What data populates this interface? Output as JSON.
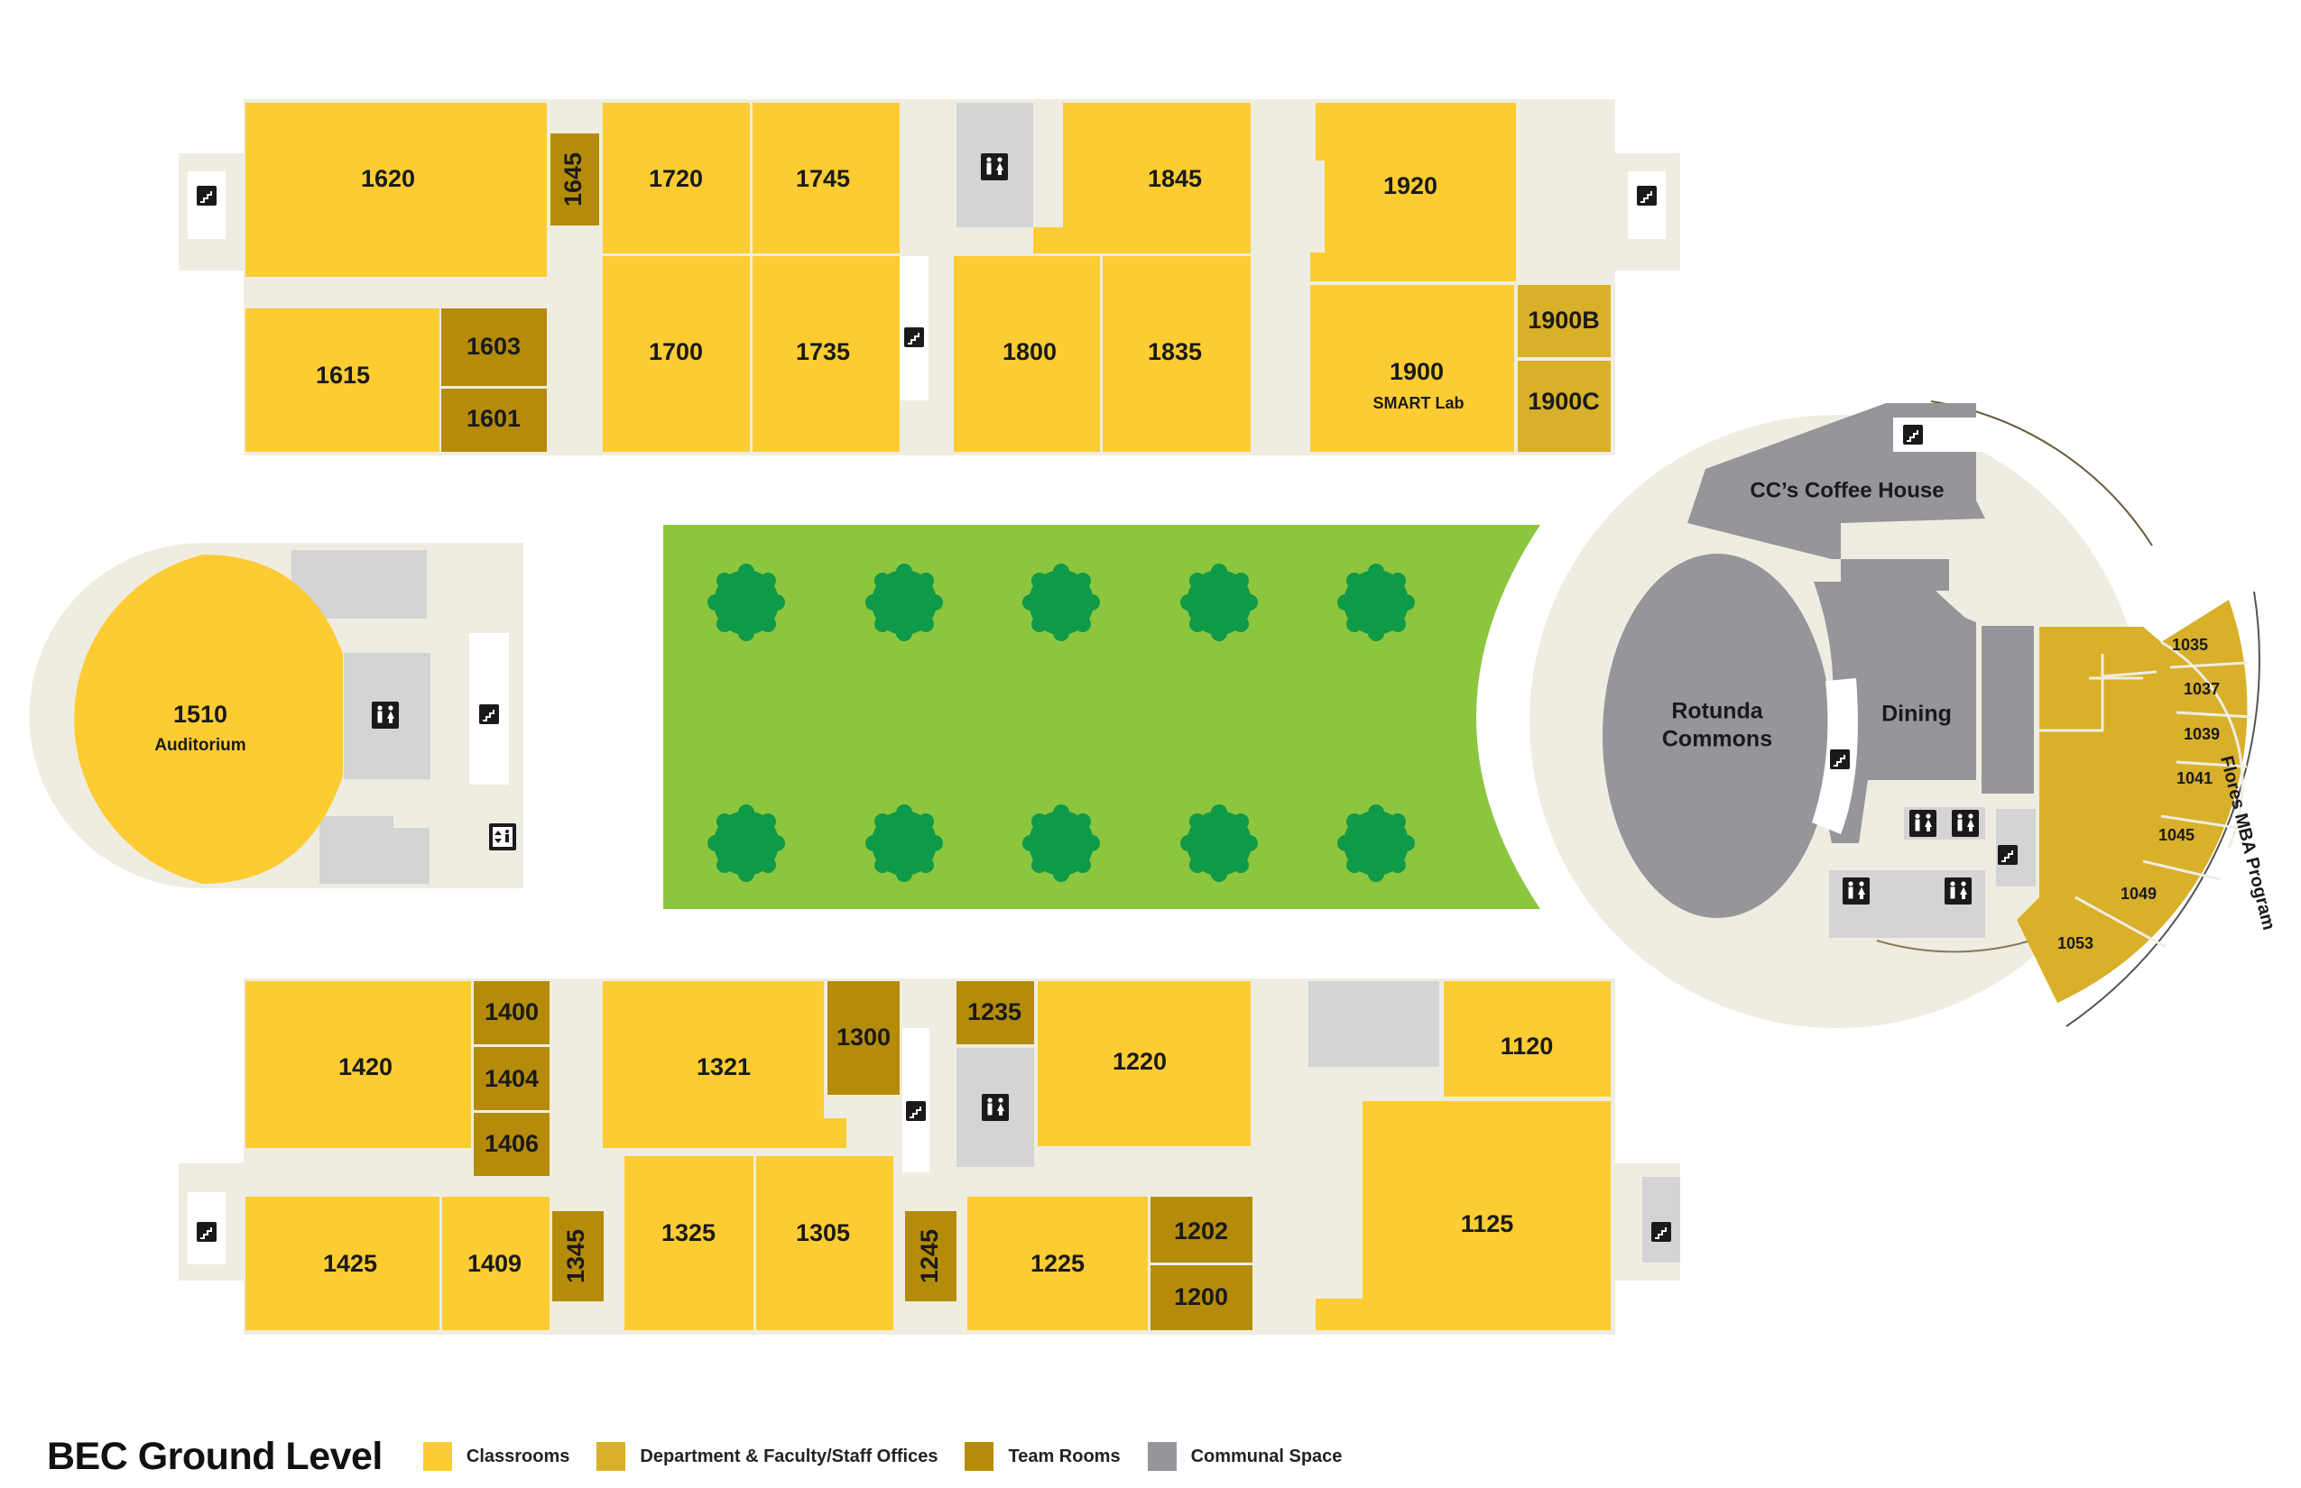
{
  "colors": {
    "classroom": "#FDCC33",
    "office": "#D8B02A",
    "team": "#B58C0A",
    "communal": "#94969A",
    "corridor": "#EFEDE1",
    "lawn": "#8CC63F",
    "tree": "#0E9A48",
    "light_gray": "#D3D4D6"
  },
  "icons": {
    "stairs": "stairs-icon",
    "restroom": "restroom-icon",
    "elevator": "elevator-icon"
  },
  "map": {
    "top_wing": {
      "r1620": "1620",
      "r1645": "1645",
      "r1720": "1720",
      "r1745": "1745",
      "r1845": "1845",
      "r1920": "1920",
      "r1615": "1615",
      "r1603": "1603",
      "r1601": "1601",
      "r1700": "1700",
      "r1735": "1735",
      "r1800": "1800",
      "r1835": "1835",
      "r1900": "1900",
      "r1900_sub": "SMART Lab",
      "r1900b": "1900B",
      "r1900c": "1900C"
    },
    "auditorium": {
      "number": "1510",
      "name": "Auditorium"
    },
    "bottom_wing": {
      "r1420": "1420",
      "r1400": "1400",
      "r1404": "1404",
      "r1406": "1406",
      "r1321": "1321",
      "r1300": "1300",
      "r1235": "1235",
      "r1220": "1220",
      "r1120": "1120",
      "r1425": "1425",
      "r1409": "1409",
      "r1345": "1345",
      "r1325": "1325",
      "r1305": "1305",
      "r1245": "1245",
      "r1225": "1225",
      "r1202": "1202",
      "r1200": "1200",
      "r1125": "1125"
    },
    "rotunda": {
      "coffee": "CC’s Coffee House",
      "commons_line1": "Rotunda",
      "commons_line2": "Commons",
      "dining": "Dining",
      "program": "Flores MBA Program",
      "r1035": "1035",
      "r1037": "1037",
      "r1039": "1039",
      "r1041": "1041",
      "r1045": "1045",
      "r1049": "1049",
      "r1053": "1053"
    }
  },
  "legend": {
    "title": "BEC Ground Level",
    "items": [
      {
        "label": "Classrooms",
        "color": "#FDCC33"
      },
      {
        "label": "Department & Faculty/Staff Offices",
        "color": "#D8B02A"
      },
      {
        "label": "Team Rooms",
        "color": "#B58C0A"
      },
      {
        "label": "Communal Space",
        "color": "#94969A"
      }
    ]
  }
}
